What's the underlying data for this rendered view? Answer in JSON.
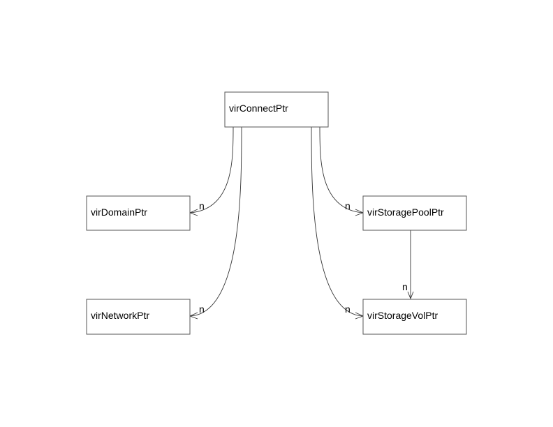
{
  "nodes": {
    "connect": "virConnectPtr",
    "domain": "virDomainPtr",
    "network": "virNetworkPtr",
    "storage_pool": "virStoragePoolPtr",
    "storage_vol": "virStorageVolPtr"
  },
  "edges": [
    {
      "from": "virConnectPtr",
      "to": "virDomainPtr",
      "label": "n"
    },
    {
      "from": "virConnectPtr",
      "to": "virNetworkPtr",
      "label": "n"
    },
    {
      "from": "virConnectPtr",
      "to": "virStoragePoolPtr",
      "label": "n"
    },
    {
      "from": "virConnectPtr",
      "to": "virStorageVolPtr",
      "label": "n"
    },
    {
      "from": "virStoragePoolPtr",
      "to": "virStorageVolPtr",
      "label": "n"
    }
  ]
}
